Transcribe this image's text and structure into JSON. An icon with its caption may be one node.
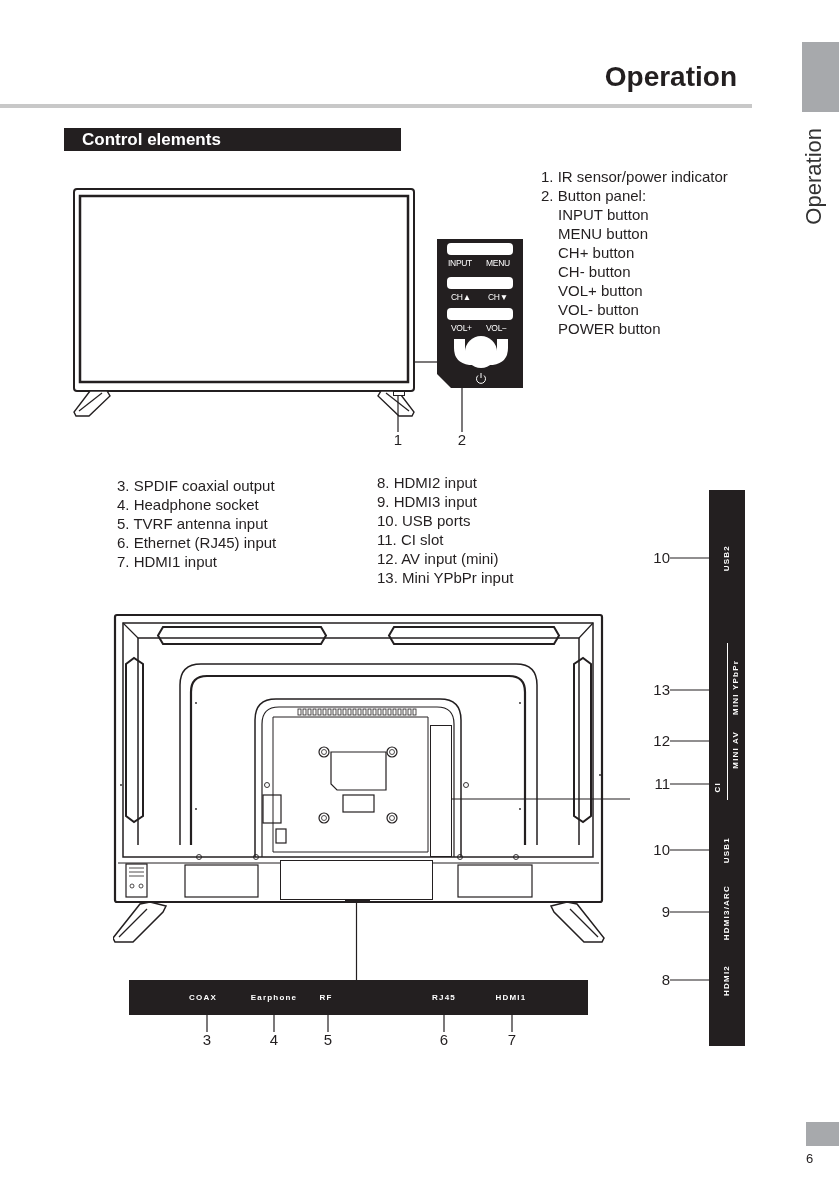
{
  "diagram": {
    "title": "Operation",
    "nodes": [
      {
        "text": [],
        "shape": "picture"
      },
      {
        "text": [],
        "shape": "box",
        "in": 0
      },
      {
        "text": [
          "INPUT",
          "MENU",
          "CH▲",
          "CH▼",
          "VOL+",
          "VOL−"
        ]
      },
      {
        "text": [
          "1"
        ]
      },
      {
        "text": [
          "2"
        ]
      },
      {
        "text": [],
        "shape": "bar"
      },
      {
        "text": [
          "USB2"
        ],
        "in": 5
      },
      {
        "text": [
          "MINI YPbPr"
        ],
        "in": 5
      },
      {
        "text": [
          "CI"
        ],
        "in": 5
      },
      {
        "text": [
          "MINI AV"
        ],
        "in": 5
      },
      {
        "text": [
          "USB1"
        ],
        "in": 5
      },
      {
        "text": [
          "HDMI3/ARC"
        ],
        "in": 5
      },
      {
        "text": [
          "HDMI2"
        ],
        "in": 5
      },
      {
        "text": [
          "10"
        ]
      },
      {
        "text": [
          "13"
        ]
      },
      {
        "text": [
          "12"
        ]
      },
      {
        "text": [
          "11"
        ]
      },
      {
        "text": [
          "10"
        ]
      },
      {
        "text": [
          "9"
        ]
      },
      {
        "text": [
          "8"
        ]
      },
      {
        "text": [],
        "shape": "picture"
      },
      {
        "text": [],
        "shape": "box",
        "in": 20
      },
      {
        "text": [],
        "shape": "box",
        "in": 20
      },
      {
        "text": [],
        "shape": "bar"
      },
      {
        "text": [
          "COAX"
        ],
        "in": 23
      },
      {
        "text": [
          "Earphone"
        ],
        "in": 23
      },
      {
        "text": [
          "RF"
        ],
        "in": 23
      },
      {
        "text": [
          "RJ45"
        ],
        "in": 23
      },
      {
        "text": [
          "HDMI1"
        ],
        "in": 23
      },
      {
        "text": [
          "3"
        ]
      },
      {
        "text": [
          "4"
        ]
      },
      {
        "text": [
          "5"
        ]
      },
      {
        "text": [
          "6"
        ]
      },
      {
        "text": [
          "7"
        ]
      }
    ],
    "edges": [
      {
        "from": 0,
        "to": 2,
        "arrow": "none"
      },
      {
        "from": 3,
        "to": 1,
        "arrow": "none"
      },
      {
        "from": 4,
        "to": 2,
        "arrow": "none"
      },
      {
        "from": 13,
        "to": 6,
        "arrow": "none"
      },
      {
        "from": 14,
        "to": 7,
        "arrow": "none"
      },
      {
        "from": 15,
        "to": 9,
        "arrow": "none"
      },
      {
        "from": 16,
        "to": 8,
        "arrow": "none"
      },
      {
        "from": 17,
        "to": 10,
        "arrow": "none"
      },
      {
        "from": 18,
        "to": 11,
        "arrow": "none"
      },
      {
        "from": 19,
        "to": 12,
        "arrow": "none"
      },
      {
        "from": 21,
        "to": null,
        "arrow": "none"
      },
      {
        "from": 22,
        "to": 23,
        "arrow": "none"
      },
      {
        "from": 29,
        "to": 24,
        "arrow": "none"
      },
      {
        "from": 30,
        "to": 25,
        "arrow": "none"
      },
      {
        "from": 31,
        "to": 26,
        "arrow": "none"
      },
      {
        "from": 32,
        "to": 27,
        "arrow": "none"
      },
      {
        "from": 33,
        "to": 28,
        "arrow": "none"
      }
    ],
    "labels": [
      "Operation",
      "Control elements",
      "1. IR sensor/power indicator",
      "2. Button panel:",
      "INPUT button",
      "MENU button",
      "CH+ button",
      "CH- button",
      "VOL+ button",
      "VOL- button",
      "POWER button",
      "3. SPDIF coaxial output",
      "4. Headphone socket",
      "5. TVRF antenna input",
      "6. Ethernet (RJ45) input",
      "7. HDMI1 input",
      "8. HDMI2 input",
      "9. HDMI3 input",
      "10. USB ports",
      "11. CI slot",
      "12. AV input (mini)",
      "13. Mini YPbPr input",
      "6"
    ]
  }
}
